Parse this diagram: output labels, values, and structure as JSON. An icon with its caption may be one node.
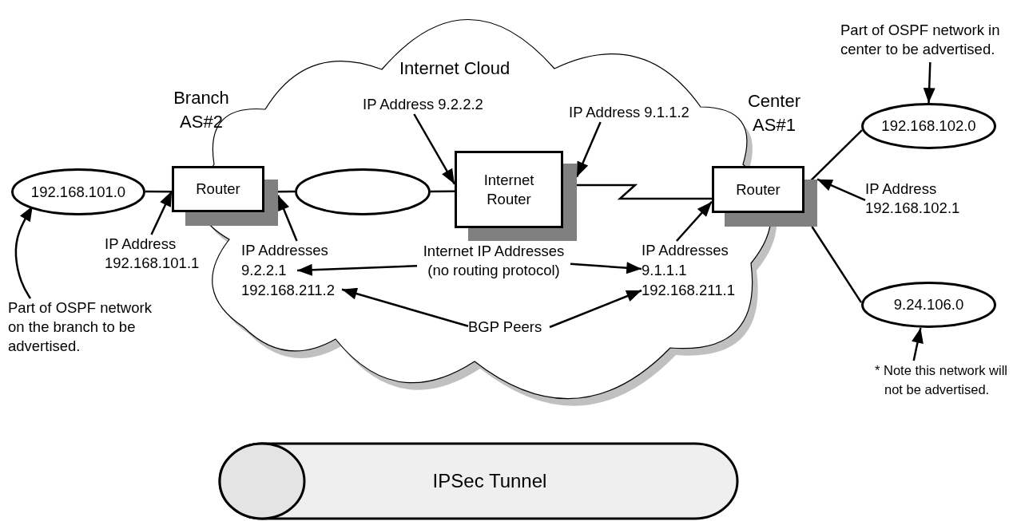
{
  "diagram": {
    "nodes": [
      {
        "text": [
          "Internet Cloud"
        ]
      },
      {
        "text": [
          "192.168.101.0"
        ]
      },
      {
        "text": [
          "Router"
        ],
        "beside": [
          "Branch AS#2"
        ]
      },
      {
        "text": [],
        "shape": "ellipse",
        "in": 0
      },
      {
        "text": [
          "Internet Router"
        ],
        "in": 0
      },
      {
        "text": [
          "Router"
        ],
        "beside": [
          "Center AS#1"
        ]
      },
      {
        "text": [
          "192.168.102.0"
        ]
      },
      {
        "text": [
          "9.24.106.0"
        ]
      },
      {
        "text": [
          "IPSec Tunnel"
        ]
      },
      {
        "text": [
          "Part of OSPF network on the branch to be advertised."
        ]
      },
      {
        "text": [
          "IP Address 192.168.101.1"
        ]
      },
      {
        "text": [
          "IP Addresses"
        ],
        "in": 0
      },
      {
        "text": [
          "9.2.2.1"
        ],
        "in": 0
      },
      {
        "text": [
          "192.168.211.2"
        ],
        "in": 0
      },
      {
        "text": [
          "Internet IP Addresses (no routing protocol)"
        ],
        "in": 0
      },
      {
        "text": [
          "BGP Peers"
        ],
        "in": 0
      },
      {
        "text": [
          "IP Addresses"
        ],
        "in": 0
      },
      {
        "text": [
          "9.1.1.1"
        ],
        "in": 0
      },
      {
        "text": [
          "192.168.211.1"
        ],
        "in": 0
      },
      {
        "text": [
          "IP Address 192.168.102.1"
        ]
      },
      {
        "text": [
          "IP Address 9.2.2.2"
        ],
        "in": 0
      },
      {
        "text": [
          "IP Address 9.1.1.2"
        ],
        "in": 0
      },
      {
        "text": [
          "Part of OSPF network in center to be advertised."
        ]
      },
      {
        "text": [
          "* Note this network will not be advertised."
        ]
      }
    ],
    "edges": [
      {
        "from": 1,
        "to": 2,
        "arrow": "none"
      },
      {
        "from": 2,
        "to": 3,
        "arrow": "none"
      },
      {
        "from": 3,
        "to": 4,
        "arrow": "none"
      },
      {
        "from": 4,
        "to": 5,
        "arrow": "none"
      },
      {
        "from": 5,
        "to": 6,
        "arrow": "none"
      },
      {
        "from": 5,
        "to": 7,
        "arrow": "none"
      },
      {
        "from": 9,
        "to": 1,
        "arrow": "to"
      },
      {
        "from": 10,
        "to": 2,
        "arrow": "to"
      },
      {
        "from": 11,
        "to": 2,
        "arrow": "to"
      },
      {
        "from": 14,
        "to": 12,
        "arrow": "to"
      },
      {
        "from": 14,
        "to": 17,
        "arrow": "to"
      },
      {
        "from": 15,
        "to": 13,
        "arrow": "to"
      },
      {
        "from": 15,
        "to": 18,
        "arrow": "to"
      },
      {
        "from": 16,
        "to": 5,
        "arrow": "to"
      },
      {
        "from": 19,
        "to": 5,
        "arrow": "to"
      },
      {
        "from": 20,
        "to": 4,
        "arrow": "to"
      },
      {
        "from": 21,
        "to": 4,
        "arrow": "to"
      },
      {
        "from": 22,
        "to": 6,
        "arrow": "to"
      },
      {
        "from": 23,
        "to": 7,
        "arrow": "to"
      }
    ]
  }
}
